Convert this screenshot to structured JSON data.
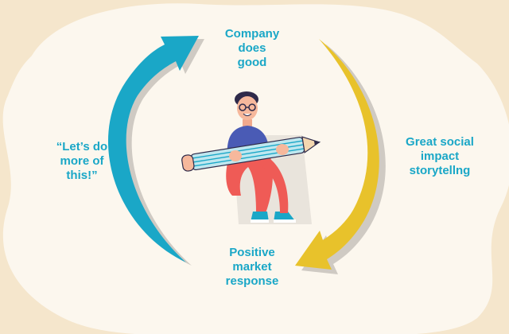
{
  "colors": {
    "background": "#f5e6cc",
    "blob": "#fcf7ee",
    "arrow_teal": "#1aa7c7",
    "arrow_yellow": "#e8c22b",
    "arrow_shadow": "#cfcac3",
    "text": "#1aa7c7"
  },
  "cycle": {
    "steps": [
      {
        "lines": [
          "Company",
          "does",
          "good"
        ]
      },
      {
        "lines": [
          "Great social",
          "impact",
          "storytellng"
        ]
      },
      {
        "lines": [
          "Positive",
          "market",
          "response"
        ]
      },
      {
        "lines": [
          "“Let’s do",
          "more of",
          "this!”"
        ]
      }
    ]
  },
  "illustration": {
    "figure": "person-holding-pencil"
  }
}
